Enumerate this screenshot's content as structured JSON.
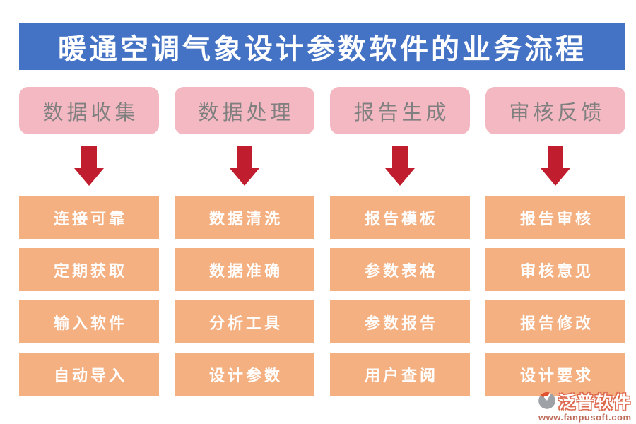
{
  "title": "暖通空调气象设计参数软件的业务流程",
  "columns": [
    {
      "header": "数据收集",
      "items": [
        "连接可靠",
        "定期获取",
        "输入软件",
        "自动导入"
      ]
    },
    {
      "header": "数据处理",
      "items": [
        "数据清洗",
        "数据准确",
        "分析工具",
        "设计参数"
      ]
    },
    {
      "header": "报告生成",
      "items": [
        "报告模板",
        "参数表格",
        "参数报告",
        "用户查阅"
      ]
    },
    {
      "header": "审核反馈",
      "items": [
        "报告审核",
        "审核意见",
        "报告修改",
        "设计要求"
      ]
    }
  ],
  "watermark": {
    "brand": "泛普软件",
    "url": "www.fanpusoft.com"
  },
  "icons": {
    "arrow": "down-arrow-icon",
    "logo": "fanpu-logo-icon"
  },
  "colors": {
    "banner_blue": "#4472C4",
    "pink": "#F3B8C1",
    "pink_text": "#808080",
    "orange": "#F4B081",
    "arrow_red": "#C01E2E",
    "title_text": "#FFFFFF",
    "step_text": "#FFFFFF",
    "brand_outline": "#DE6B50",
    "url_text": "#BC6A58"
  }
}
